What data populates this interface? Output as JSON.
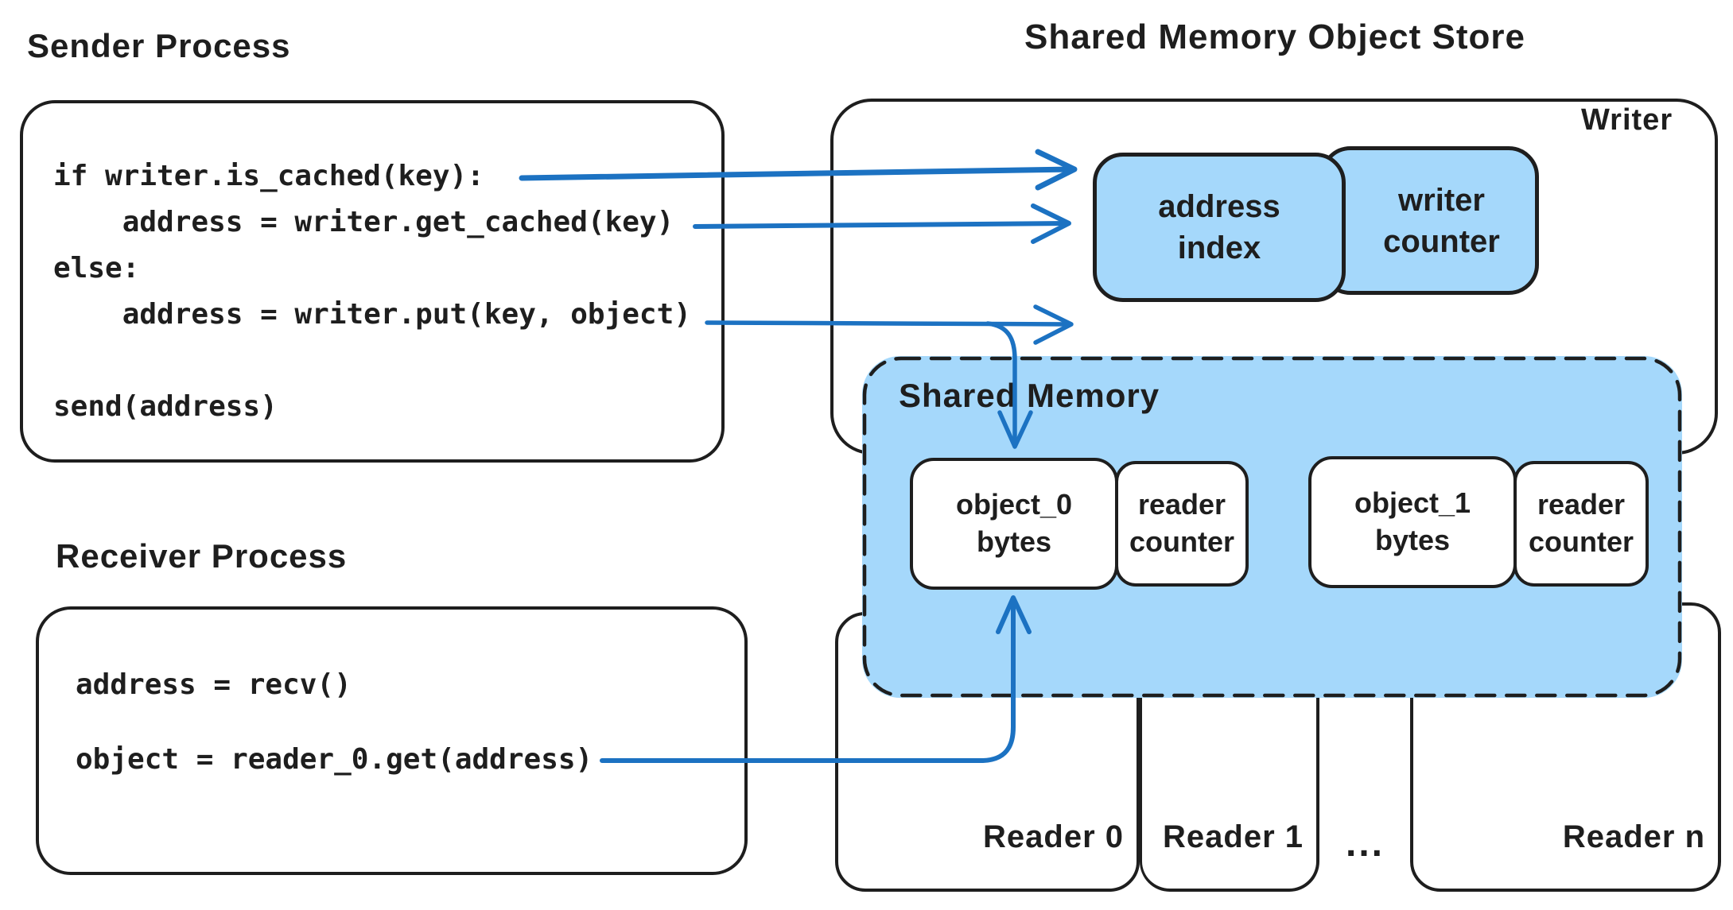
{
  "colors": {
    "accent_blue": "#1c72c2",
    "fill_blue": "#a5d8fb",
    "ink": "#1e1e1e"
  },
  "sender": {
    "title": "Sender Process",
    "code": "if writer.is_cached(key):\n    address = writer.get_cached(key)\nelse:\n    address = writer.put(key, object)\n\nsend(address)"
  },
  "receiver": {
    "title": "Receiver Process",
    "line1": "address = recv()",
    "line2": "object = reader_0.get(address)"
  },
  "store": {
    "title": "Shared Memory Object Store",
    "writer_label": "Writer",
    "address_index_label": "address\nindex",
    "writer_counter_label": "writer\ncounter",
    "shared_memory_label": "Shared Memory",
    "object_0_label": "object_0\nbytes",
    "object_1_label": "object_1\nbytes",
    "reader_counter_label": "reader\ncounter",
    "readers": [
      {
        "label": "Reader 0"
      },
      {
        "label": "Reader 1"
      },
      {
        "label": "Reader n"
      }
    ],
    "ellipsis": "..."
  },
  "arrows": [
    {
      "name": "is_cached-to-address-index"
    },
    {
      "name": "get_cached-to-address-index"
    },
    {
      "name": "put-to-address-index"
    },
    {
      "name": "put-branch-down-to-object-0"
    },
    {
      "name": "reader-get-up-to-object-0"
    }
  ]
}
